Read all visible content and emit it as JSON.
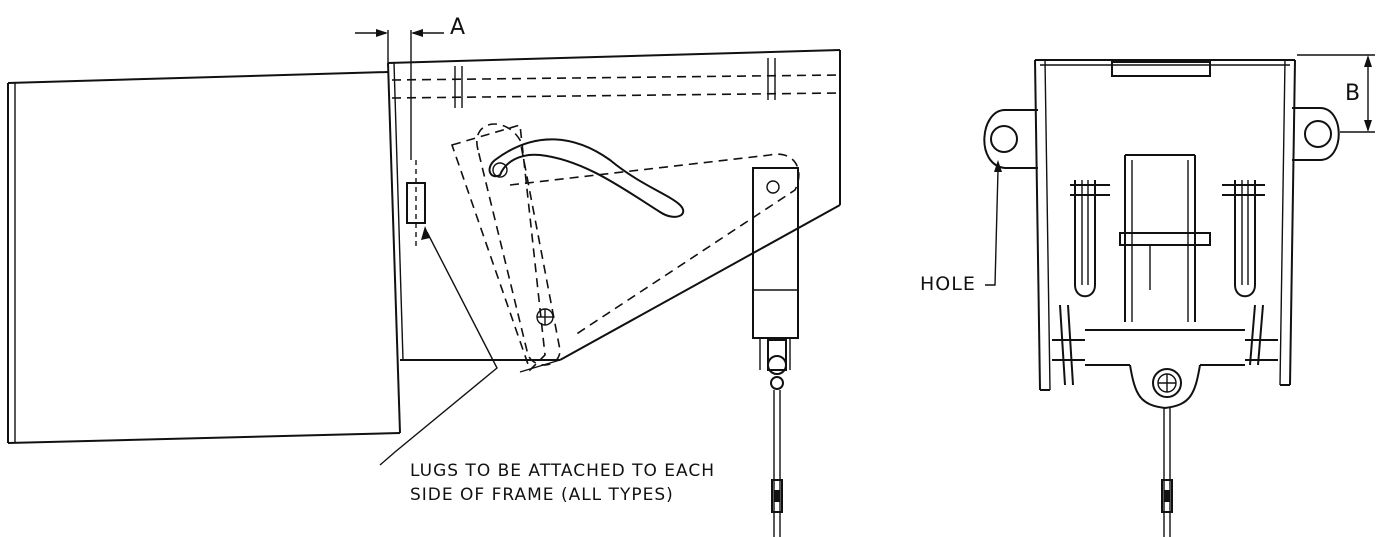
{
  "labels": {
    "dim_a": "A",
    "dim_b": "B",
    "hole": "HOLE",
    "note_line1": "LUGS TO BE ATTACHED TO EACH",
    "note_line2": "SIDE OF FRAME (ALL TYPES)"
  },
  "colors": {
    "line": "#111111",
    "background": "#ffffff"
  }
}
